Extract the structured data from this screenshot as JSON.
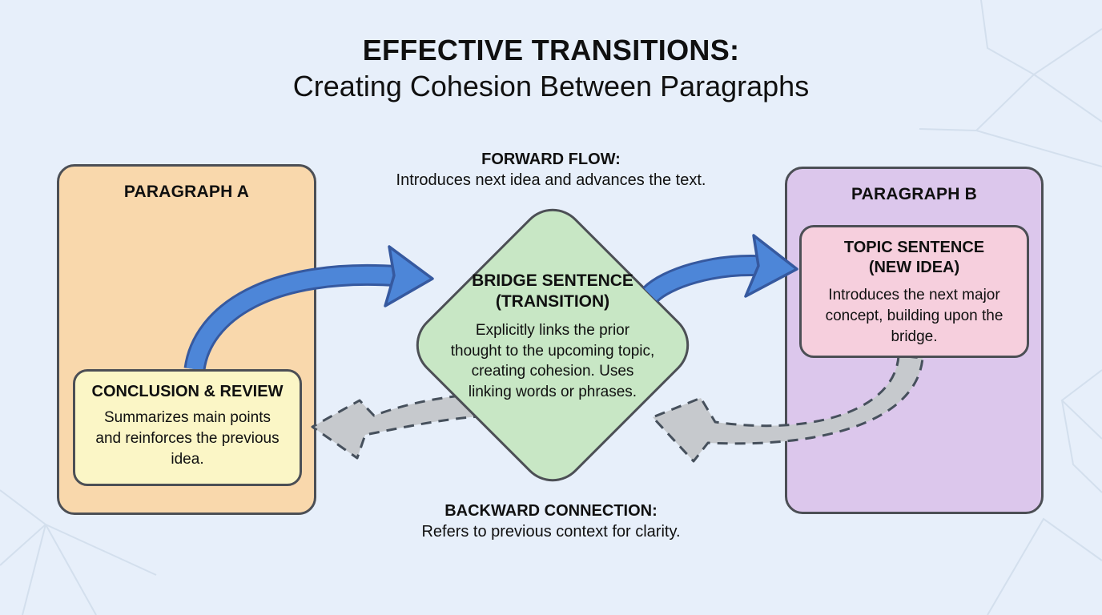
{
  "title": {
    "line1": "EFFECTIVE TRANSITIONS:",
    "line2": "Creating Cohesion Between Paragraphs"
  },
  "forward_flow": {
    "heading": "FORWARD FLOW:",
    "description": "Introduces next idea and advances the text."
  },
  "backward_connection": {
    "heading": "BACKWARD CONNECTION:",
    "description": "Refers to previous context for clarity."
  },
  "paragraph_a": {
    "title": "PARAGRAPH A",
    "conclusion": {
      "heading": "CONCLUSION & REVIEW",
      "body": "Summarizes main points and reinforces the previous idea."
    }
  },
  "bridge": {
    "heading_line1": "BRIDGE SENTENCE",
    "heading_line2": "(TRANSITION)",
    "body": "Explicitly links the prior thought to the upcoming topic, creating cohesion. Uses linking words or phrases."
  },
  "paragraph_b": {
    "title": "PARAGRAPH B",
    "topic": {
      "heading_line1": "TOPIC SENTENCE",
      "heading_line2": "(NEW IDEA)",
      "body": "Introduces the next major concept, building upon the bridge."
    }
  },
  "colors": {
    "bg": "#e7effa",
    "patline": "#d3dfed",
    "text": "#101010",
    "border": "#4c4f55",
    "peach": "#f9d8ac",
    "yellow": "#fbf6c6",
    "green": "#c8e7c5",
    "purple": "#dcc7ec",
    "pink": "#f6cfdd",
    "blue": "#4d86d8",
    "bluedark": "#36599f",
    "gray": "#c6c9cd",
    "graydark": "#46505c"
  }
}
